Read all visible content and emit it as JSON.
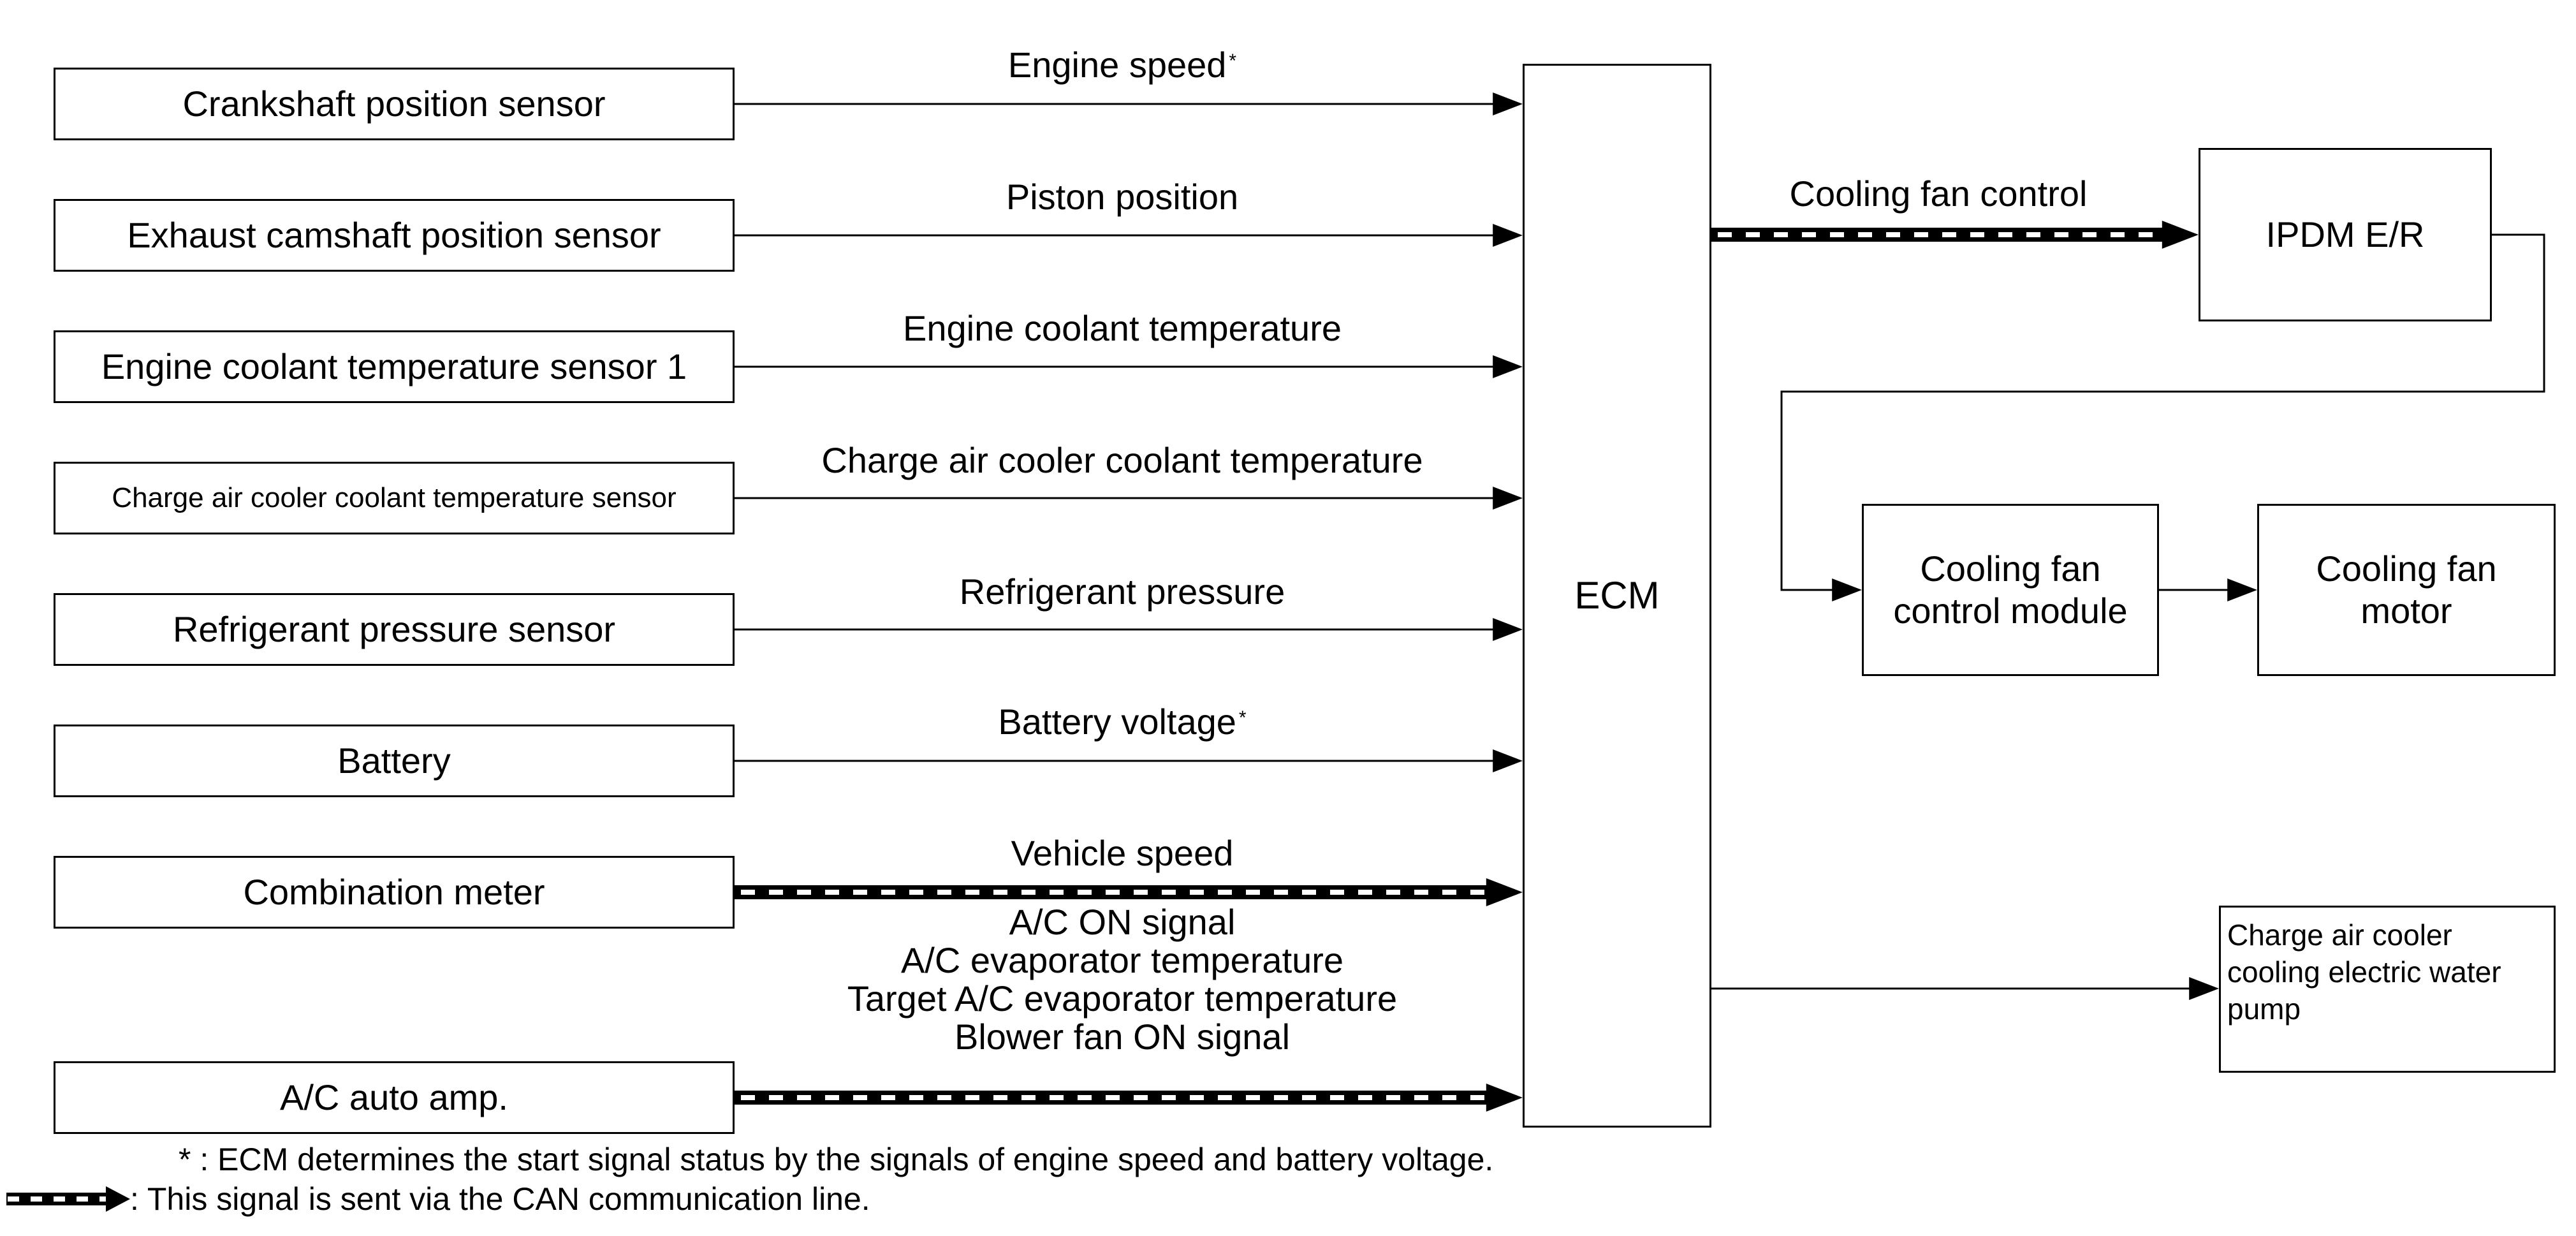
{
  "sensors": [
    {
      "name": "Crankshaft position sensor",
      "signal": "Engine speed",
      "mark": "*",
      "can": false
    },
    {
      "name": "Exhaust camshaft position sensor",
      "signal": "Piston position",
      "mark": "",
      "can": false
    },
    {
      "name": "Engine coolant temperature sensor 1",
      "signal": "Engine coolant temperature",
      "mark": "",
      "can": false
    },
    {
      "name": "Charge air cooler coolant temperature sensor",
      "signal": "Charge air cooler coolant temperature",
      "mark": "",
      "can": false
    },
    {
      "name": "Refrigerant pressure sensor",
      "signal": "Refrigerant pressure",
      "mark": "",
      "can": false
    },
    {
      "name": "Battery",
      "signal": "Battery voltage",
      "mark": "*",
      "can": false
    },
    {
      "name": "Combination meter",
      "signal": "Vehicle speed",
      "mark": "",
      "can": true
    },
    {
      "name": "A/C auto amp.",
      "signals": [
        "A/C ON signal",
        "A/C evaporator temperature",
        "Target A/C evaporator temperature",
        "Blower fan ON signal"
      ],
      "can": true
    }
  ],
  "ecm": "ECM",
  "outputs": {
    "ipdm": "IPDM E/R",
    "cooling_fan_control": "Cooling fan control",
    "cooling_fan_module": [
      "Cooling fan",
      "control module"
    ],
    "cooling_fan_motor": [
      "Cooling fan",
      "motor"
    ],
    "pump": [
      "Charge air cooler",
      "cooling electric water",
      "pump"
    ]
  },
  "notes": {
    "asterisk": "* : ECM determines the start signal status by the signals of engine speed and battery voltage.",
    "can_legend": ": This signal is sent via the CAN communication line."
  }
}
